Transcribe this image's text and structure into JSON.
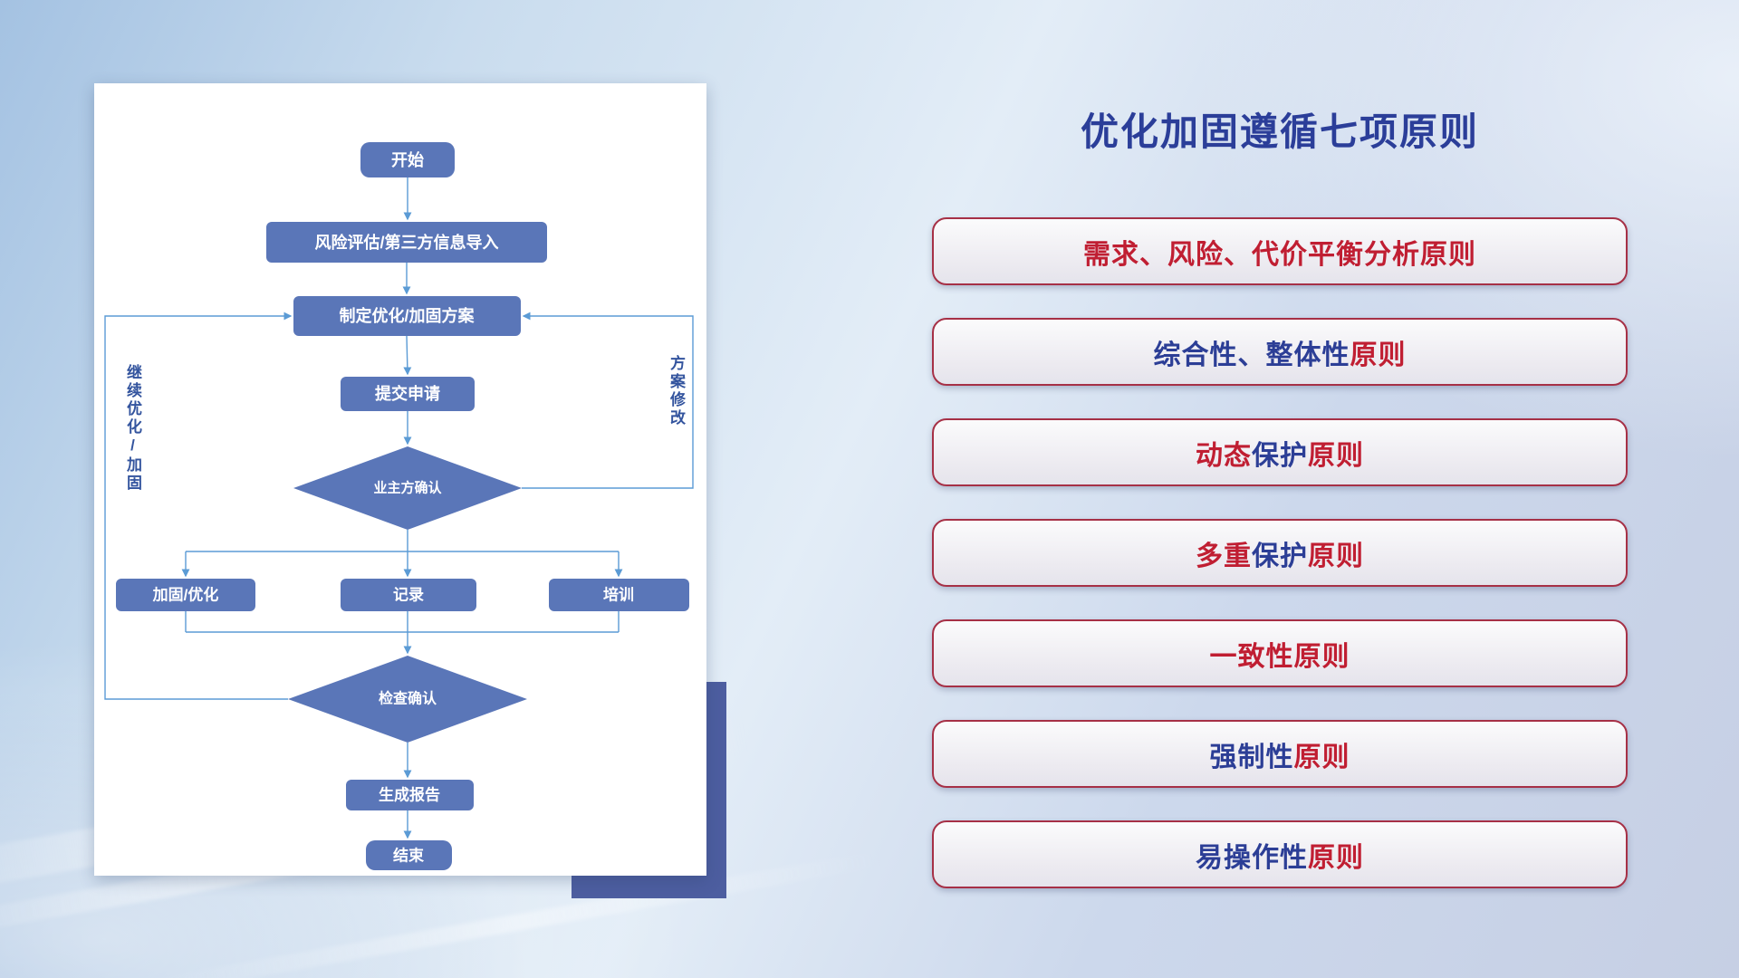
{
  "title": "优化加固遵循七项原则",
  "colors": {
    "principle_red": "#c01e32",
    "principle_blue": "#2c3e96",
    "title_blue": "#2b3e99",
    "node_fill": "#5a76b8",
    "connector_blue": "#5b9bd5",
    "box_border_red": "#a63046",
    "shadow_block_blue": "#4d5ea0"
  },
  "flowchart": {
    "nodes": {
      "start": "开始",
      "risk_import": "风险评估/第三方信息导入",
      "make_plan": "制定优化/加固方案",
      "submit": "提交申请",
      "owner_confirm": "业主方确认",
      "reinforce": "加固/优化",
      "record": "记录",
      "training": "培训",
      "check_confirm": "检查确认",
      "report": "生成报告",
      "end": "结束"
    },
    "left_loop_label": "继续优化/加固",
    "right_loop_label": "方案修改"
  },
  "principles": [
    {
      "segments": [
        {
          "text": "需求、风险、代价平衡分析原则",
          "color": "red"
        }
      ]
    },
    {
      "segments": [
        {
          "text": "综合性、整体性",
          "color": "blue"
        },
        {
          "text": "原则",
          "color": "red"
        }
      ]
    },
    {
      "segments": [
        {
          "text": "动态",
          "color": "red"
        },
        {
          "text": "保护",
          "color": "blue"
        },
        {
          "text": "原则",
          "color": "red"
        }
      ]
    },
    {
      "segments": [
        {
          "text": "多重",
          "color": "red"
        },
        {
          "text": "保护",
          "color": "blue"
        },
        {
          "text": "原则",
          "color": "red"
        }
      ]
    },
    {
      "segments": [
        {
          "text": "一致性原则",
          "color": "red"
        }
      ]
    },
    {
      "segments": [
        {
          "text": "强制性",
          "color": "blue"
        },
        {
          "text": "原则",
          "color": "red"
        }
      ]
    },
    {
      "segments": [
        {
          "text": "易操作性",
          "color": "blue"
        },
        {
          "text": "原则",
          "color": "red"
        }
      ]
    }
  ]
}
